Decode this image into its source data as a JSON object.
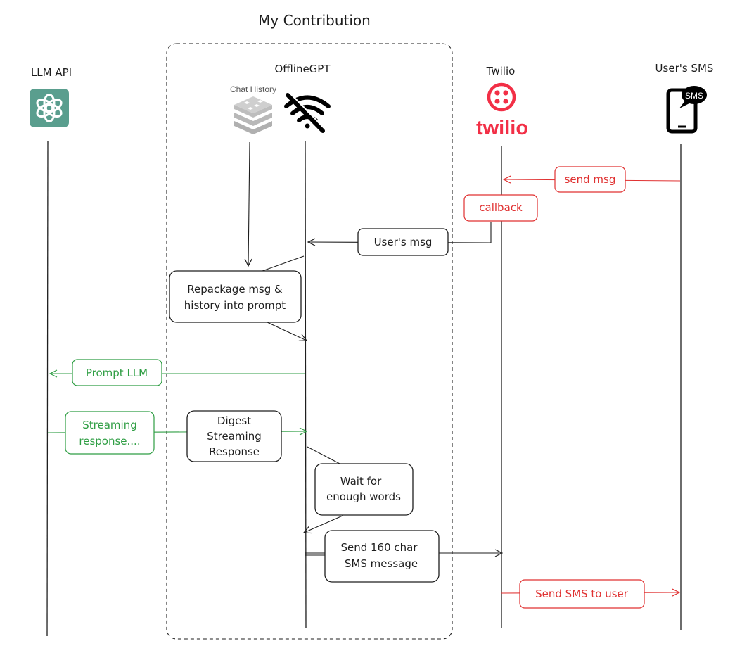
{
  "title": "My Contribution",
  "lanes": {
    "llm_api": "LLM API",
    "offlinegpt": "OfflineGPT",
    "twilio": "Twilio",
    "users_sms": "User's SMS"
  },
  "icons": {
    "chat_history_label": "Chat History",
    "twilio_logo_text": "twilio",
    "sms_bubble_text": "SMS",
    "openai_icon": "openai-logo-icon",
    "redis_icon": "redis-stack-icon",
    "no_wifi_icon": "no-wifi-icon",
    "phone_icon": "phone-sms-icon"
  },
  "messages": {
    "send_msg": "send msg",
    "callback": "callback",
    "users_msg": "User's msg",
    "repackage": [
      "Repackage msg &",
      "history into prompt"
    ],
    "prompt_llm": "Prompt LLM",
    "streaming": [
      "Streaming",
      "response...."
    ],
    "digest": [
      "Digest",
      "Streaming",
      "Response"
    ],
    "wait": [
      "Wait for",
      "enough words"
    ],
    "send_160": [
      "Send 160 char",
      "SMS message"
    ],
    "send_sms_to_user": "Send SMS to user"
  },
  "colors": {
    "ink": "#1e1e1e",
    "red": "#e03131",
    "green": "#2f9e44",
    "openai_bg": "#5a9e8e",
    "twilio_red": "#f22f46",
    "redis_grey": "#b0b0b0"
  }
}
